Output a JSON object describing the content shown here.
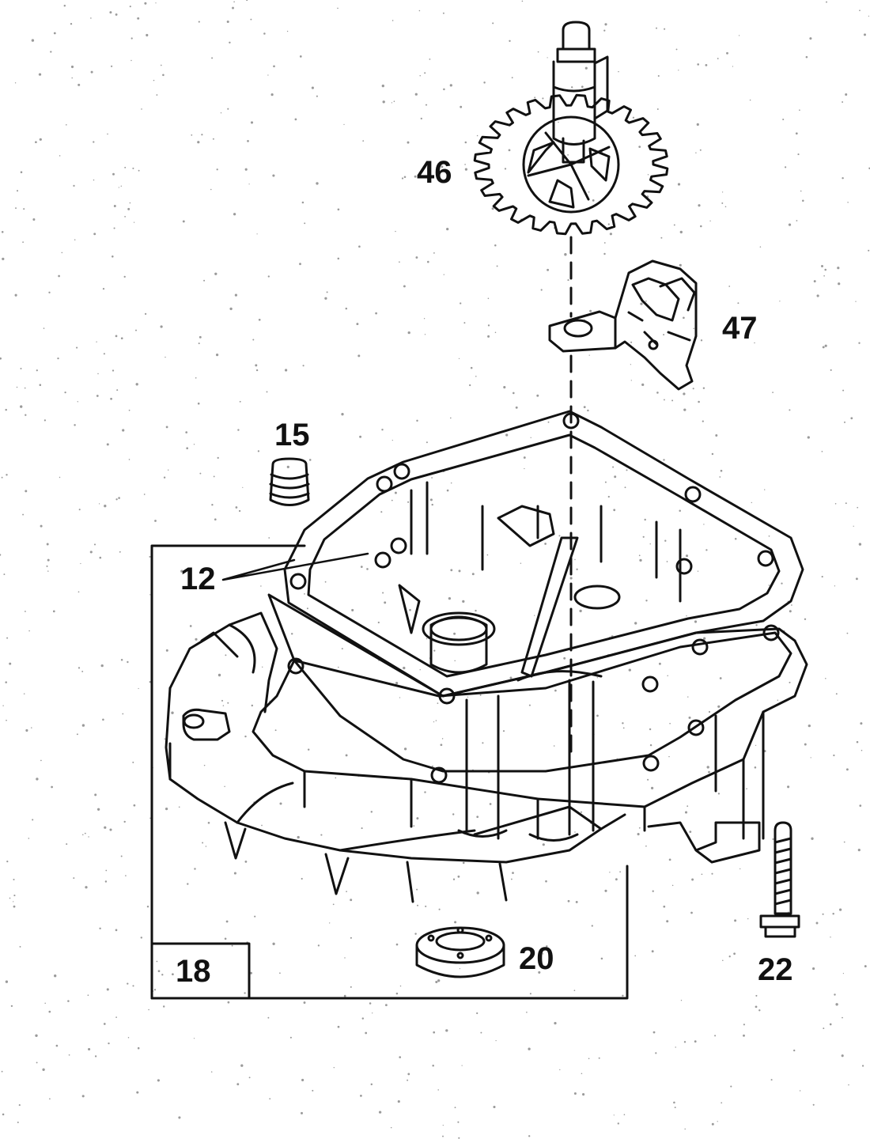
{
  "colors": {
    "line": "#111111",
    "background": "#ffffff",
    "speckle": "#9a9a9a"
  },
  "callouts": {
    "part_46": "46",
    "part_47": "47",
    "part_15": "15",
    "part_12": "12",
    "part_18": "18",
    "part_20": "20",
    "part_22": "22"
  }
}
